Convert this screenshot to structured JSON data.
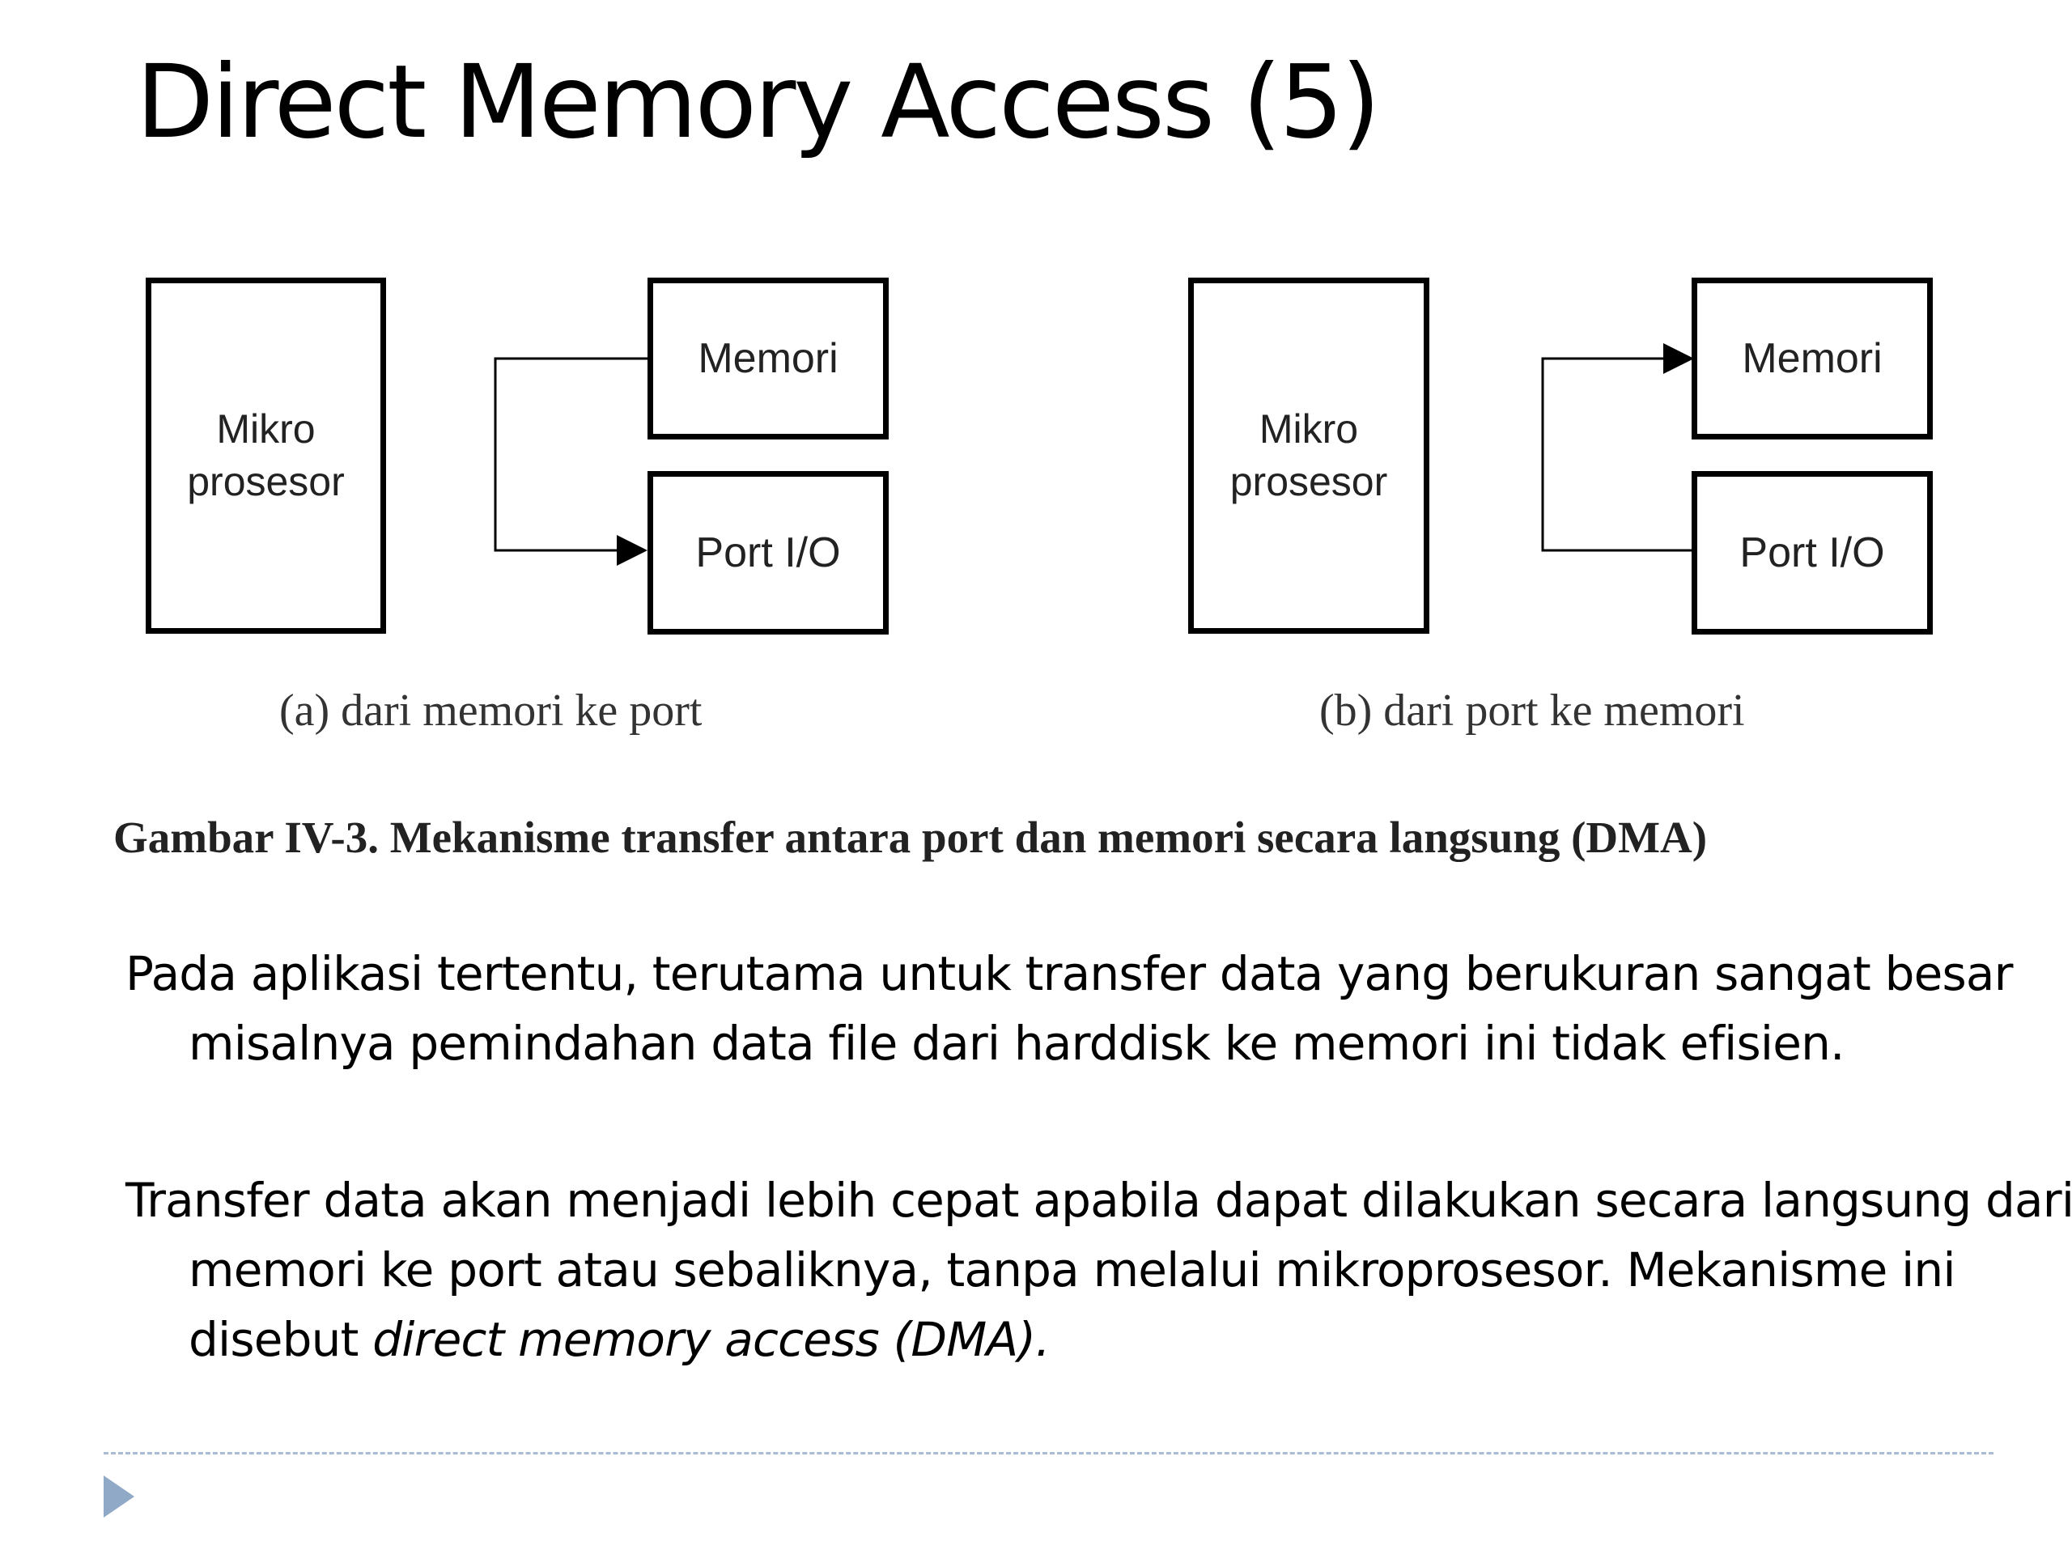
{
  "slide": {
    "title": "Direct Memory Access (5)"
  },
  "figure": {
    "left_panel": {
      "cpu_label": "Mikro\nprosesor",
      "memory_label": "Memori",
      "port_label": "Port I/O",
      "caption": "(a) dari memori ke port"
    },
    "right_panel": {
      "cpu_label": "Mikro\nprosesor",
      "memory_label": "Memori",
      "port_label": "Port I/O",
      "caption": "(b) dari port ke memori"
    },
    "caption": "Gambar IV-3. Mekanisme transfer antara port dan memori secara langsung (DMA)"
  },
  "body": {
    "paragraph_1": "Pada aplikasi tertentu, terutama untuk transfer data yang berukuran sangat besar misalnya pemindahan data file dari harddisk ke memori  ini tidak efisien.",
    "paragraph_2_text": "Transfer data akan menjadi lebih cepat apabila dapat dilakukan secara langsung dari memori ke port atau sebaliknya, tanpa melalui mikroprosesor. Mekanisme ini disebut ",
    "paragraph_2_emphasis": "direct memory access (DMA)."
  },
  "colors": {
    "footer_rule": "#a9bcd3",
    "footer_arrow": "#8fa9c7"
  },
  "icons": {
    "footer": "triangle-right-icon"
  }
}
